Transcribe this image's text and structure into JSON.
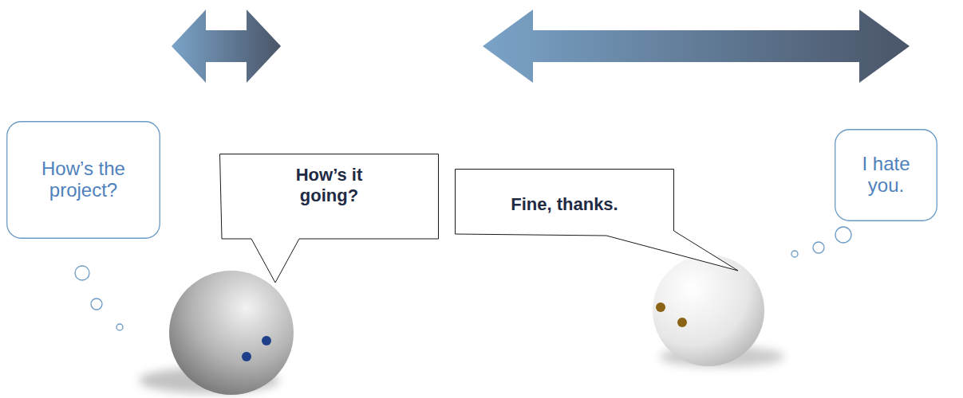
{
  "diagram": {
    "nodes": [
      {
        "text": [
          "How’s the project?"
        ]
      },
      {
        "text": [
          "How’s it going?"
        ]
      },
      {
        "text": [
          "Fine, thanks."
        ]
      },
      {
        "text": [
          "I hate you."
        ]
      }
    ]
  }
}
